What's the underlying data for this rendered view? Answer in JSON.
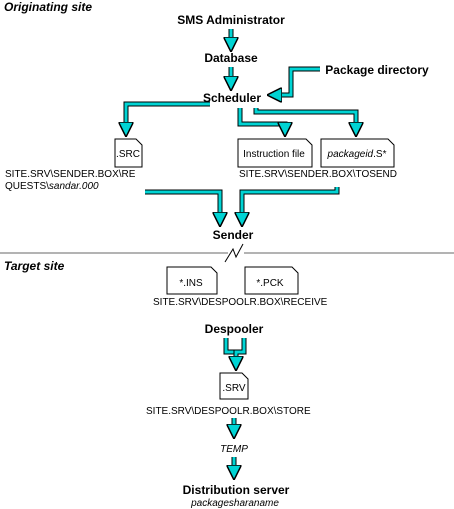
{
  "sections": {
    "originating": "Originating site",
    "target": "Target site"
  },
  "nodes": {
    "sms_admin": "SMS Administrator",
    "database": "Database",
    "package_directory": "Package directory",
    "scheduler": "Scheduler",
    "sender": "Sender",
    "despooler": "Despooler",
    "temp": "TEMP",
    "distribution_server": "Distribution server",
    "package_share": "packagesharaname"
  },
  "files": {
    "src": ".SRC",
    "instruction": "Instruction file",
    "package_prefix": "packageid",
    "package_suffix": ".S*",
    "ins": "*.INS",
    "pck": "*.PCK",
    "srv": ".SRV"
  },
  "paths": {
    "requests_line1": "SITE.SRV\\SENDER.BOX\\RE",
    "requests_line2_prefix": "QUESTS\\",
    "requests_line2_file": "sandar.000",
    "tosend": "SITE.SRV\\SENDER.BOX\\TOSEND",
    "receive": "SITE.SRV\\DESPOOLR.BOX\\RECEIVE",
    "store": "SITE.SRV\\DESPOOLR.BOX\\STORE"
  },
  "colors": {
    "arrow_fill": "#00d4d4",
    "arrow_stroke": "#000000",
    "separator": "#9a9a9a"
  }
}
